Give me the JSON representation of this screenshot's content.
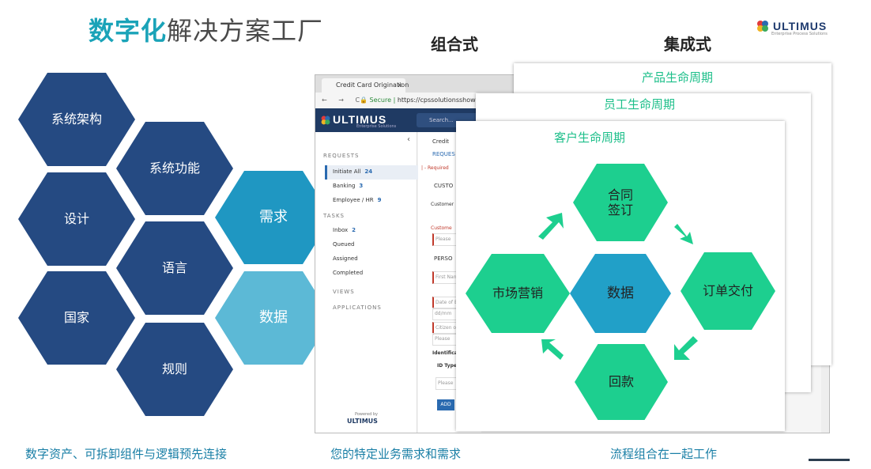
{
  "header": {
    "title_highlight": "数字化",
    "title_rest": "解决方案工厂",
    "combo_label": "组合式",
    "integrated_label": "集成式",
    "logo_word": "ULTIMUS",
    "logo_tagline": "Enterprise Process Solutions"
  },
  "hexagons": {
    "system_architecture": "系统架构",
    "system_function": "系统功能",
    "design": "设计",
    "language": "语言",
    "country": "国家",
    "rules": "规则",
    "requirements": "需求",
    "data": "数据"
  },
  "colors": {
    "dark_hex": "#254a82",
    "mid_hex": "#1f97c2",
    "light_hex": "#5cb9d6",
    "green_hex": "#1dcf8f",
    "center_hex": "#21a0c8",
    "title_accent": "#1aa3b8",
    "footer_text": "#1a7fa6"
  },
  "browser": {
    "tab_title": "Credit Card Origination",
    "tab_close": "×",
    "nav": "← → C",
    "url_secure": "Secure",
    "url": "https://cpssolutionsshowcase",
    "brand": "ULTIMUS",
    "brand_sub": "Enterprise Solutions",
    "search_placeholder": "Search...",
    "collapse": "‹",
    "sidebar": {
      "requests_header": "REQUESTS",
      "items": [
        {
          "label": "Initiate All",
          "count": "24"
        },
        {
          "label": "Banking",
          "count": "3"
        },
        {
          "label": "Employee / HR",
          "count": "9"
        }
      ],
      "tasks_header": "TASKS",
      "tasks": [
        {
          "label": "Inbox",
          "count": "2"
        },
        {
          "label": "Queued",
          "count": ""
        },
        {
          "label": "Assigned",
          "count": ""
        },
        {
          "label": "Completed",
          "count": ""
        }
      ],
      "views": "VIEWS",
      "applications": "APPLICATIONS",
      "powered_by": "Powered by",
      "powered_brand": "ULTIMUS"
    },
    "form": {
      "crumb": "Credit",
      "tab": "REQUES",
      "required_note": "| - Required",
      "section1": "CUSTO",
      "customer": "Customer",
      "customer_req": "Custome",
      "please1": "Please",
      "section2": "PERSO",
      "first_name": "First Nan",
      "date_of": "Date of B",
      "date_ph": "dd/mm",
      "citizen": "Citizen o",
      "please2": "Please",
      "identification": "Identificat",
      "id_type": "ID Type",
      "please3": "Please",
      "add": "ADD"
    }
  },
  "cards": {
    "product": "产品生命周期",
    "employee": "员工生命周期",
    "customer": "客户生命周期"
  },
  "cycle": {
    "contract": "合同签订",
    "order": "订单交付",
    "data": "数据",
    "payment": "回款",
    "marketing": "市场营销"
  },
  "footer": {
    "left": "数字资产、可拆卸组件与逻辑预先连接",
    "middle": "您的特定业务需求和需求",
    "right": "流程组合在一起工作"
  }
}
